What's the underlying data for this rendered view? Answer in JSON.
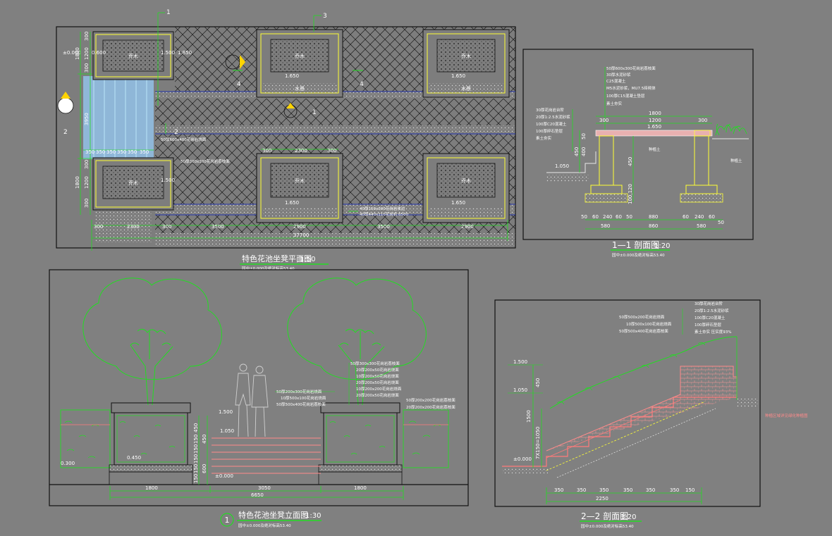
{
  "plan": {
    "title": "特色花池坐凳平面图",
    "scale": "1:50",
    "subtitle": "园中±0.000及绝对标高53.40",
    "callouts": [
      "1",
      "2",
      "3",
      "4"
    ],
    "planter_label": "乔木",
    "planter_tag": "水景",
    "levels": [
      "±0.000",
      "0.600",
      "1.500",
      "1.650",
      "1.850"
    ],
    "dims_left": [
      "300",
      "1200",
      "300",
      "3950",
      "1800",
      "1200",
      "300"
    ],
    "dims_bottom": [
      "300",
      "2300",
      "300",
      "3500",
      "2900",
      "3500",
      "2900"
    ],
    "dim_total": "37700",
    "dims_steps": [
      "350",
      "350",
      "350",
      "350",
      "350",
      "350"
    ],
    "dims_mid": [
      "300",
      "2300",
      "300"
    ],
    "notes": [
      "50厚600x400花岗岩烧面",
      "50厚300x300花岗岩荔枝面",
      "40厚150x300花岗岩收边",
      "40厚440x110花岗岩 6500"
    ]
  },
  "sec11": {
    "title": "1—1 剖面图",
    "scale": "1:20",
    "subtitle": "园中±0.000及绝对标高53.40",
    "notes_top": [
      "50厚600x300花岗岩荔枝面",
      "30厚水泥砂浆",
      "C25混凝土",
      "M5水泥砂浆，MU7.5砖砌体",
      "100厚C15混凝土垫层",
      "素土夯实"
    ],
    "notes_left": [
      "30厚花岗岩台阶",
      "20厚1:2.5水泥砂浆",
      "100厚C20混凝土",
      "100厚碎石垫层",
      "素土夯实"
    ],
    "dims_top": [
      "1800",
      "300",
      "1200",
      "300"
    ],
    "dims_bottom": [
      "50",
      "60",
      "240",
      "60",
      "50",
      "880",
      "60",
      "240",
      "60",
      "50"
    ],
    "dims_bottom2": [
      "580",
      "860",
      "580"
    ],
    "levels": [
      "1.650",
      "1.050"
    ],
    "vert": [
      "50",
      "450",
      "400",
      "450",
      "100,120"
    ],
    "side": [
      "种植土",
      "种植土"
    ]
  },
  "elev": {
    "title": "特色花池坐凳立面图",
    "scale": "1:30",
    "subtitle": "园中±0.000及绝对标高53.40",
    "circle": "1",
    "dims": [
      "1800",
      "3050",
      "1800"
    ],
    "dim_total": "6650",
    "levels": [
      "1.500",
      "1.050",
      "±0.000",
      "0.300",
      "0.450"
    ],
    "vdims": [
      "450",
      "150",
      "150",
      "150",
      "150",
      "150",
      "150",
      "450",
      "600"
    ],
    "notes_left": [
      "50厚200x300花岗岩烧面",
      "10厚500x100花岗岩烧面",
      "50厚500x400花岗岩荔枝面"
    ],
    "notes_right": [
      "50厚300x300花岗岩荔枝面",
      "20厚200x50花岗岩烧面",
      "10厚200x50花岗岩烧面",
      "20厚200x50花岗岩烧面",
      "10厚200x200花岗岩烧面",
      "20厚200x50花岗岩烧面"
    ],
    "notes_far": [
      "50厚200x200花岗岩荔枝面",
      "20厚200x200花岗岩荔枝面"
    ]
  },
  "sec22": {
    "title": "2—2 剖面图",
    "scale": "1:20",
    "subtitle": "园中±0.000及绝对标高53.40",
    "notes": [
      "50厚500x200花岗岩烧面",
      "10厚500x100花岗岩烧面",
      "50厚500x400花岗岩荔枝面"
    ],
    "notes_right": [
      "30厚花岗岩台阶",
      "20厚1:2.5水泥砂浆",
      "100厚C20混凝土",
      "100厚碎石垫层",
      "素土夯实 压实度93%"
    ],
    "levels": [
      "1.500",
      "1.050",
      "±0.000"
    ],
    "vdims": [
      "450",
      "1500",
      "7X150=1050"
    ],
    "dims": [
      "350",
      "350",
      "350",
      "350",
      "350",
      "350",
      "150"
    ],
    "dim_total": "2250",
    "side_note": "种植区域详见绿化种植图"
  }
}
